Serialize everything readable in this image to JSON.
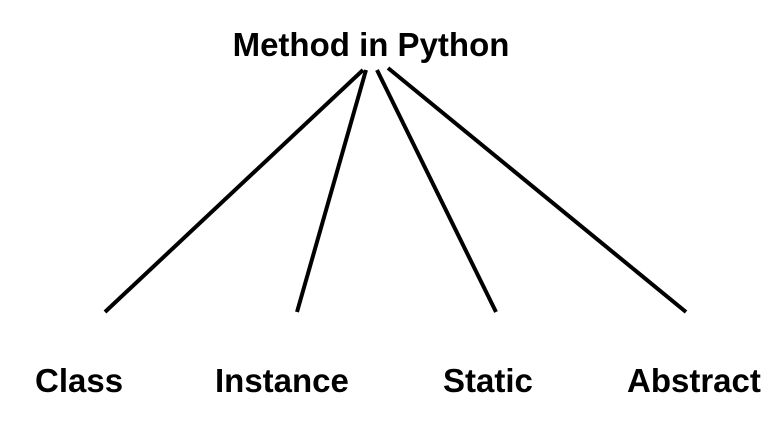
{
  "diagram": {
    "root": "Method in Python",
    "children": [
      "Class",
      "Instance",
      "Static",
      "Abstract"
    ]
  },
  "colors": {
    "text": "#000000",
    "lines": "#000000",
    "background": "#ffffff"
  }
}
